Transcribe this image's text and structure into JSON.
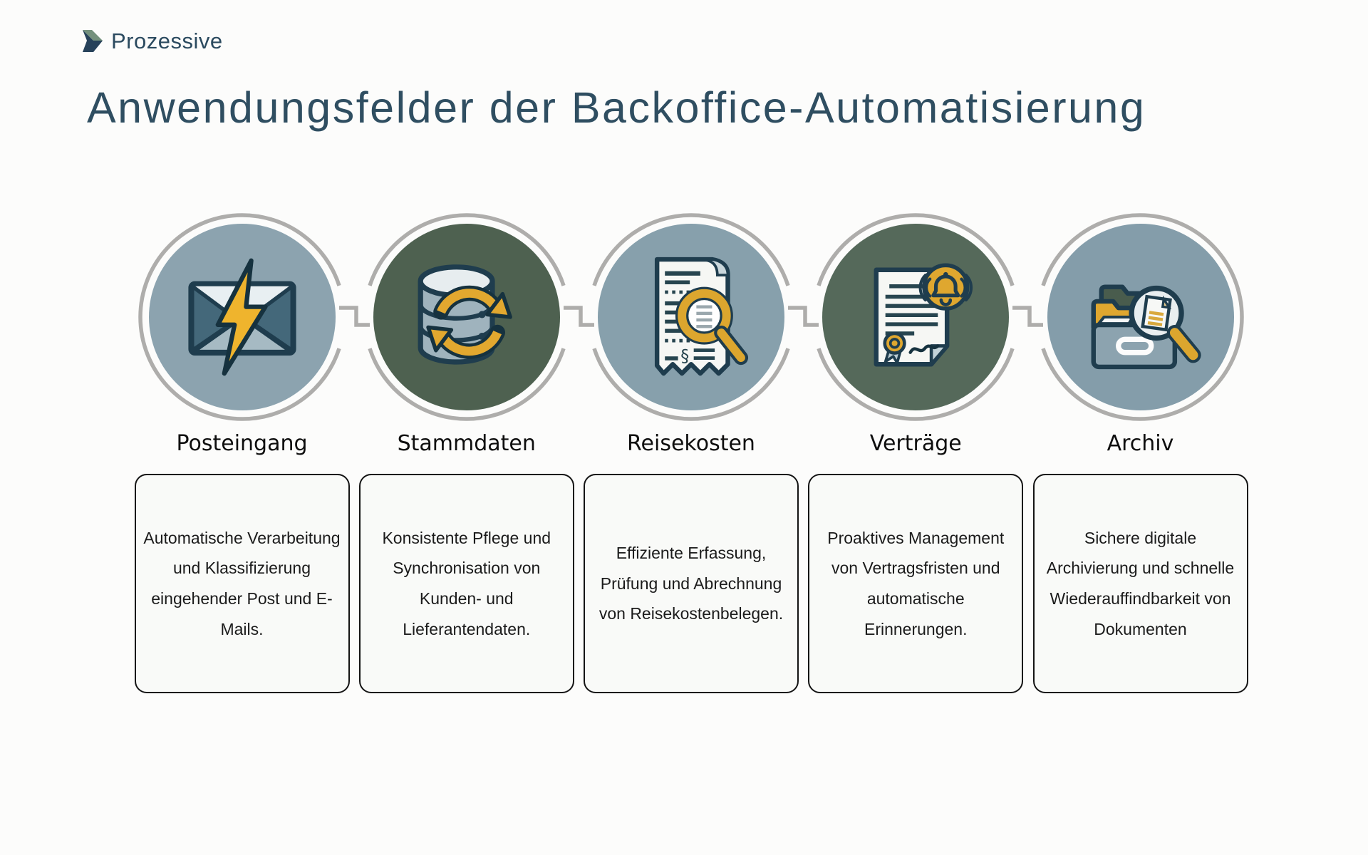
{
  "logo": {
    "text": "Prozessive",
    "icon": "chevron-arrow-icon"
  },
  "title": "Anwendungsfelder der Backoffice-Automatisierung",
  "colors": {
    "title_text": "#2F4E61",
    "accent_gold": "#DFA72F",
    "icon_outline": "#1F3D4E",
    "ring_gray": "#AEADAB",
    "circle_blue_gray": "#8CA3AF",
    "circle_green": "#4E6150",
    "card_border": "#141414",
    "card_background": "#F9FAF8"
  },
  "columns": [
    {
      "label": "Posteingang",
      "icon": "mail-lightning-icon",
      "circle_color": "#8CA3AF",
      "description": "Automatische Verarbeitung\nund Klassifizierung\neingehender Post und E-\nMails."
    },
    {
      "label": "Stammdaten",
      "icon": "database-sync-icon",
      "circle_color": "#4E6150",
      "description": "Konsistente Pflege und\nSynchronisation von\nKunden- und\nLieferantendaten."
    },
    {
      "label": "Reisekosten",
      "icon": "receipt-magnifier-icon",
      "circle_color": "#87A0AC",
      "description": "Effiziente Erfassung,\nPrüfung und Abrechnung\nvon Reisekostenbelegen."
    },
    {
      "label": "Verträge",
      "icon": "contract-bell-icon",
      "circle_color": "#55695A",
      "description": "Proaktives Management\nvon Vertragsfristen und\nautomatische\nErinnerungen."
    },
    {
      "label": "Archiv",
      "icon": "archive-search-icon",
      "circle_color": "#849DAA",
      "description": "Sichere digitale\nArchivierung und schnelle\nWiederauffindbarkeit von\nDokumenten"
    }
  ]
}
